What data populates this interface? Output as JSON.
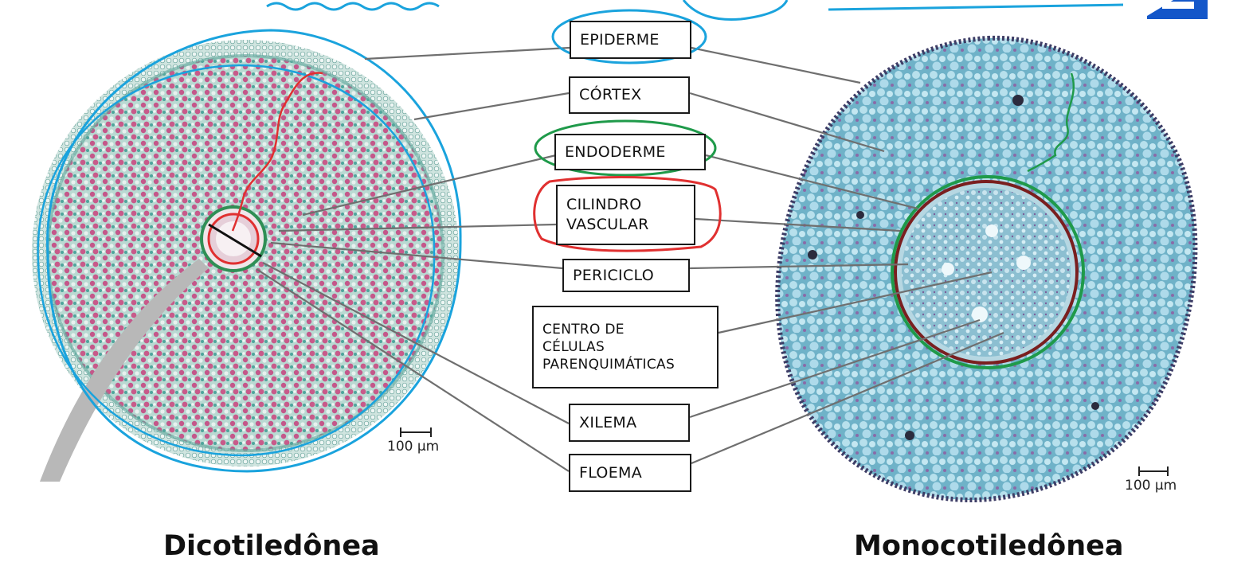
{
  "labels": {
    "epiderme": "EPIDERME",
    "cortex": "CÓRTEX",
    "endoderme": "ENDODERME",
    "cilindro_vascular": "CILINDRO\nVASCULAR",
    "periciclo": "PERICICLO",
    "centro": "CENTRO DE\nCÉLULAS\nPARENQUIMÁTICAS",
    "xilema": "XILEMA",
    "floema": "FLOEMA"
  },
  "scale_bars": {
    "left": "100 µm",
    "right": "100 µm"
  },
  "captions": {
    "left": "Dicotiledônea",
    "right": "Monocotiledônea"
  },
  "colors": {
    "annotation_blue": "#1aa3dd",
    "annotation_red": "#e03030",
    "annotation_green": "#1f9a4a",
    "brand_blue": "#1457c9",
    "dicot_tissue_pink": "#c85a8a",
    "dicot_tissue_teal": "#58b4ac",
    "monocot_tissue_blue": "#8ec8dc",
    "monocot_tissue_purple": "#8a6aa8"
  }
}
